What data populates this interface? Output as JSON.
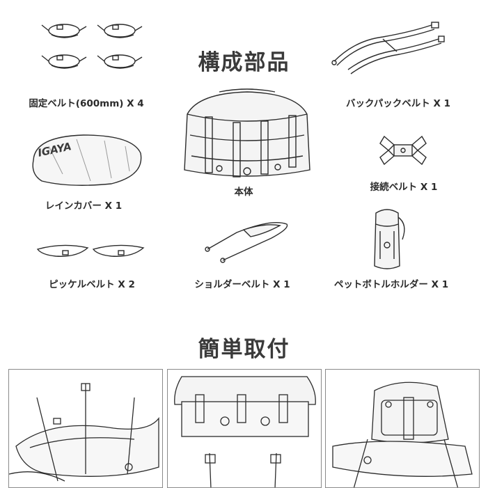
{
  "headings": {
    "parts": "構成部品",
    "install": "簡単取付"
  },
  "items": {
    "fixed_belt": "固定ベルト(600mm) X 4",
    "backpack_belt": "バックパックベルト X 1",
    "main_body": "本体",
    "rain_cover": "レインカバー X 1",
    "connect_belt": "接続ベルト X 1",
    "pickel_belt": "ピッケルベルト X 2",
    "shoulder_belt": "ショルダーベルト X 1",
    "bottle_holder": "ペットボトルホルダー X 1"
  },
  "rain_cover_logo": "IGAYA"
}
